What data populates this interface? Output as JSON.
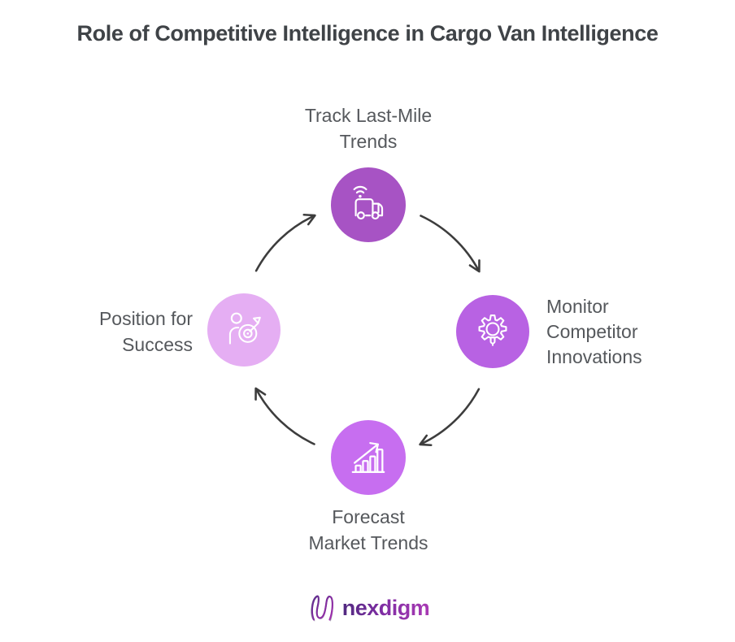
{
  "title": "Role of Competitive Intelligence in Cargo Van Intelligence",
  "cycle": {
    "flow": "clockwise",
    "steps": [
      {
        "label_lines": [
          "Track Last-Mile",
          "Trends"
        ],
        "icon": "connected-truck-icon",
        "color": "#a753c4",
        "position": "top"
      },
      {
        "label_lines": [
          "Monitor",
          "Competitor",
          "Innovations"
        ],
        "icon": "gear-lightbulb-icon",
        "color": "#b862e3",
        "position": "right"
      },
      {
        "label_lines": [
          "Forecast",
          "Market Trends"
        ],
        "icon": "growth-chart-icon",
        "color": "#c76ef0",
        "position": "bottom"
      },
      {
        "label_lines": [
          "Position for",
          "Success"
        ],
        "icon": "person-target-icon",
        "color": "#e5aef3",
        "position": "left"
      }
    ]
  },
  "colors": {
    "title": "#3f4347",
    "label": "#55585c",
    "arrow": "#3d3d3d",
    "icon_stroke": "#ffffff",
    "brand_purple": "#7e2da3"
  },
  "footer": {
    "brand": "nexdigm"
  }
}
